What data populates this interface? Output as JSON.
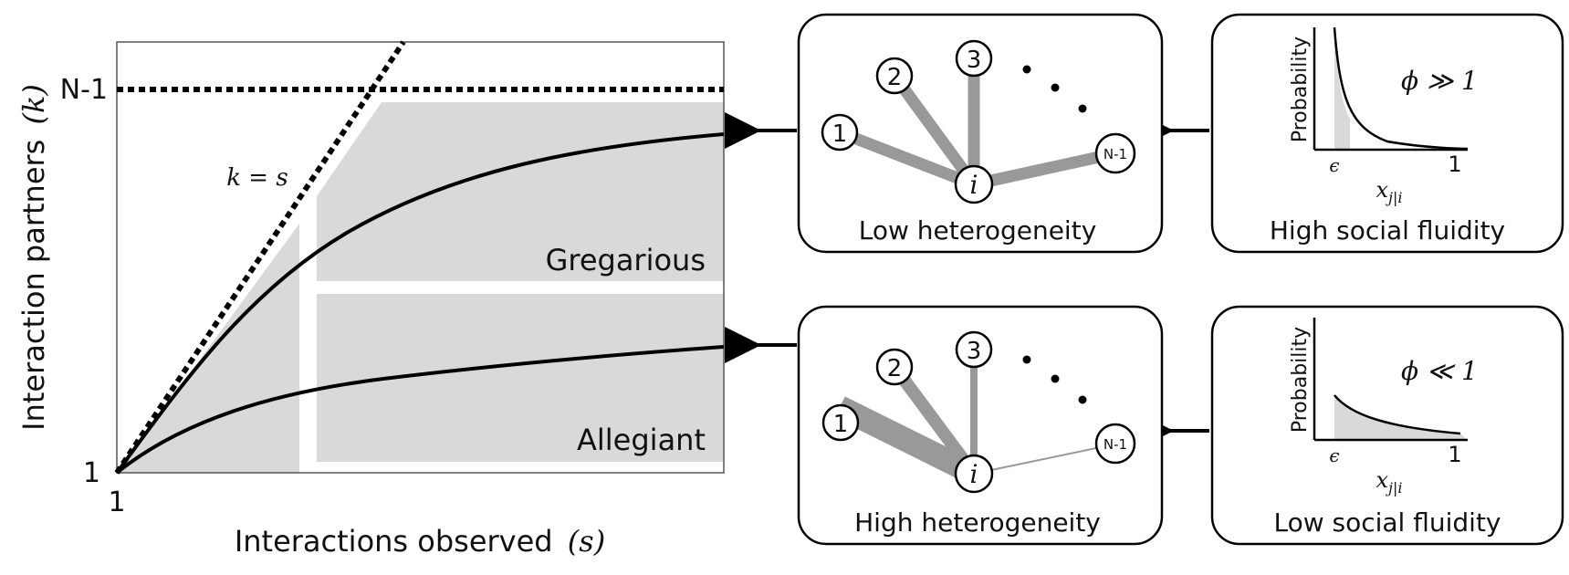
{
  "chart": {
    "ylabel": "Interaction partners",
    "ylabel_var": "(k)",
    "xlabel": "Interactions observed",
    "xlabel_var": "(s)",
    "y_top_tick": "N-1",
    "y_bottom_tick": "1",
    "x_tick": "1",
    "diag_label": "k = s",
    "region_upper": "Gregarious",
    "region_lower": "Allegiant"
  },
  "panels": {
    "top_network_caption": "Low heterogeneity",
    "bottom_network_caption": "High heterogeneity",
    "top_dist_caption": "High social fluidity",
    "bottom_dist_caption": "Low social fluidity",
    "node_labels": [
      "1",
      "2",
      "3",
      "N-1"
    ],
    "center_node": "i",
    "dots": "• • •",
    "dist_ylabel": "Probability",
    "dist_xvar": "x",
    "dist_xvar_sub": "j|i",
    "dist_tick_eps": "ϵ",
    "dist_tick_one": "1",
    "phi_top": "ϕ ≫ 1",
    "phi_bottom": "ϕ ≪ 1"
  }
}
